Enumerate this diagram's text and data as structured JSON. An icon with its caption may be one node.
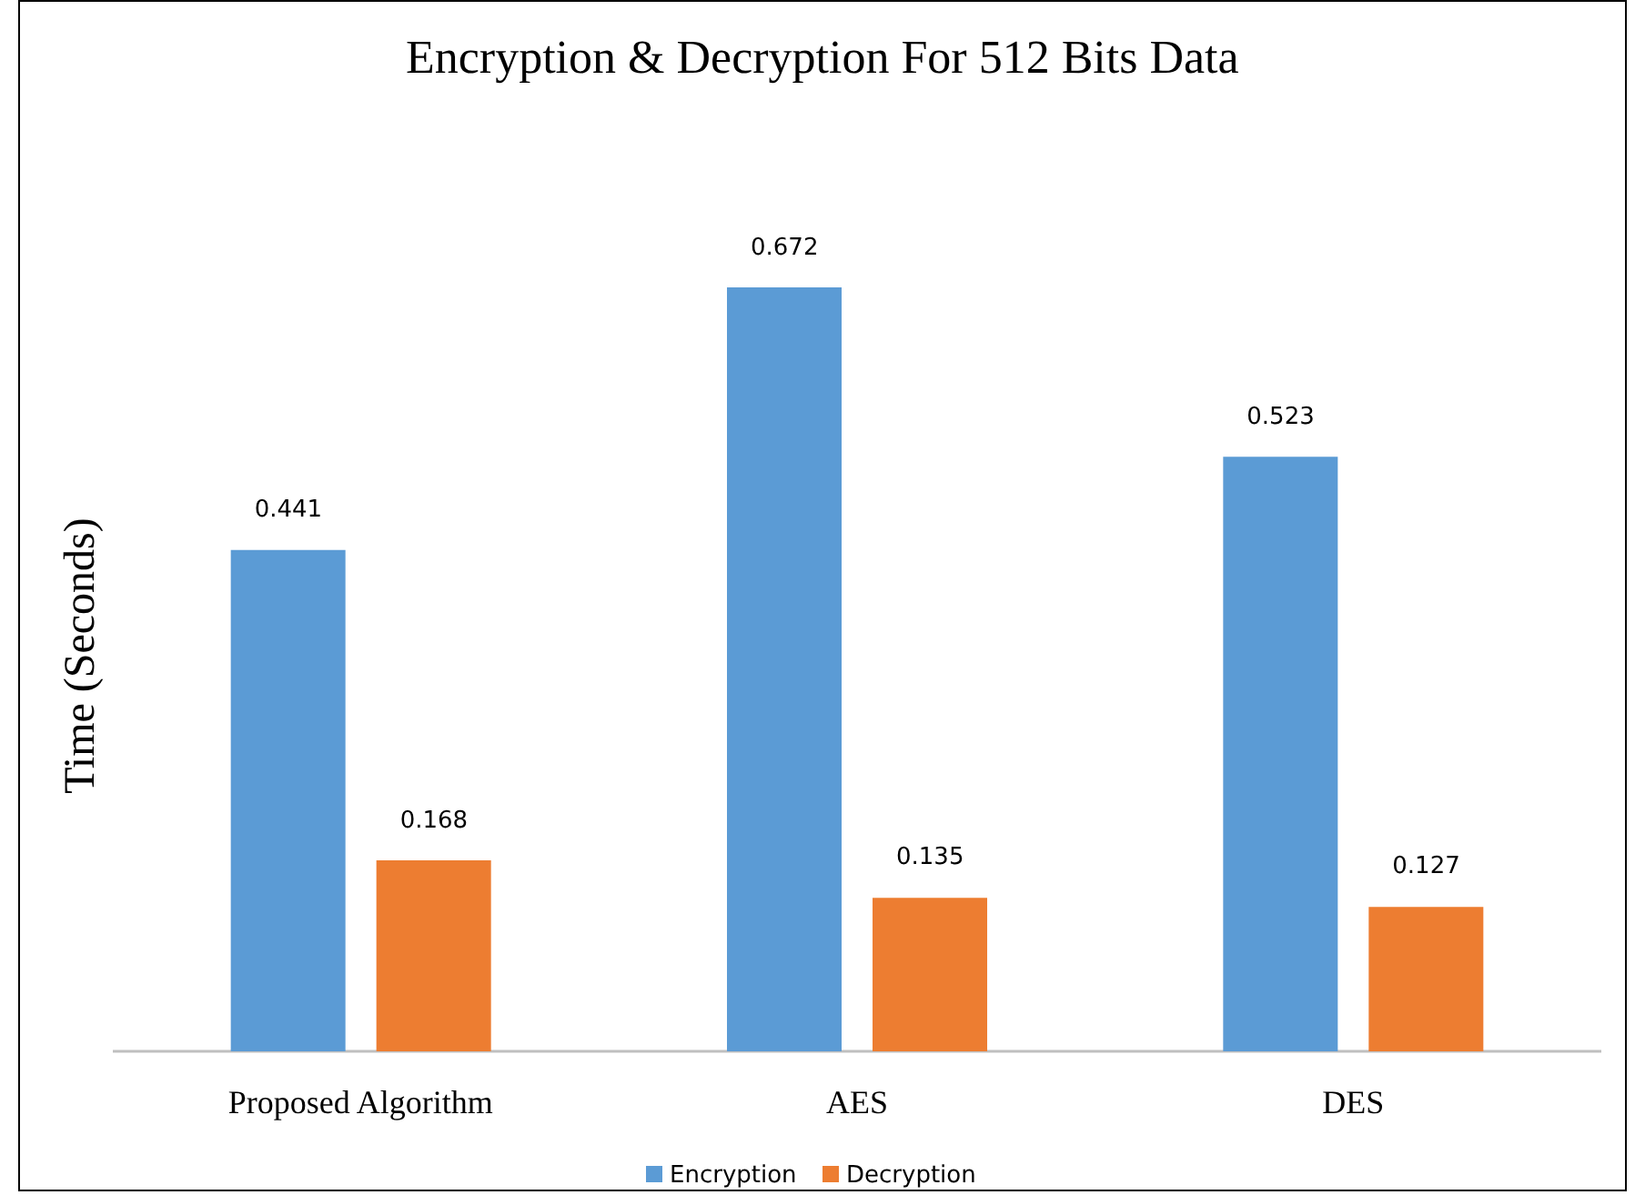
{
  "diagram": {
    "chart_data": {
      "type": "bar",
      "title": "Encryption & Decryption For 512 Bits Data",
      "ylabel": "Time (Seconds)",
      "categories": [
        "Proposed Algorithm",
        "AES",
        "DES"
      ],
      "series": [
        {
          "name": "Encryption",
          "color": "#5b9bd5",
          "values": [
            0.441,
            0.672,
            0.523
          ]
        },
        {
          "name": "Decryption",
          "color": "#ed7d31",
          "values": [
            0.168,
            0.135,
            0.127
          ]
        }
      ],
      "legend": true,
      "data_labels": true
    }
  }
}
